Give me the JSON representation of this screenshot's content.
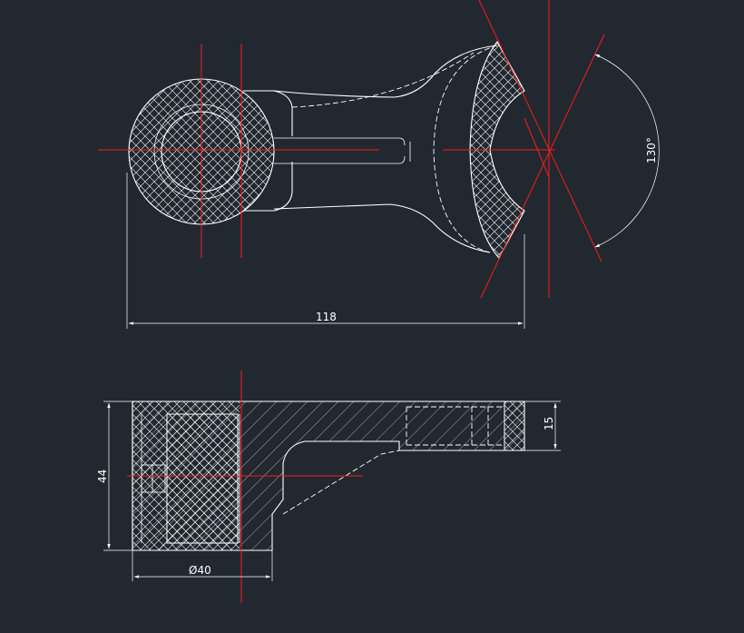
{
  "colors": {
    "background": "#212830",
    "outline": "#ffffff",
    "centerline": "#ff1a1a"
  },
  "views": {
    "top": {
      "length_label": "118",
      "angle_label": "130°"
    },
    "front": {
      "height_label": "44",
      "thickness_label": "15",
      "diameter_label": "Ø40"
    }
  }
}
